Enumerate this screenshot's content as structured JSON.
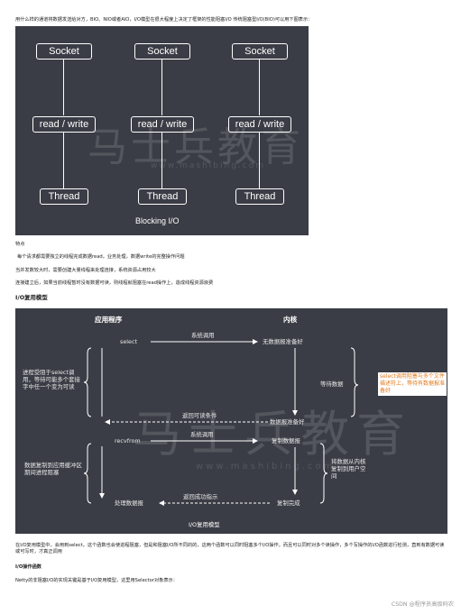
{
  "intro": "用什么样的通道将数据发送给对方，BIO、NIO或者AIO，I/O模型在很大程度上决定了框架的性能阻塞I/O 传统阻塞型I/O(BIO)可以用下图表示：",
  "bio": {
    "socket_label": "Socket",
    "rw_label": "read / write",
    "thread_label": "Thread",
    "caption": "Blocking I/O",
    "watermark": "马士兵教育",
    "watermark_url": "www.mashibing.com"
  },
  "features_label": "特点",
  "feature_1": "每个请求都需要独立的线程完成数据read，业务处理，数据write的完整操作问题",
  "feature_2": "当并发数较大时，需要创建大量线程来处理连接，系统资源占用较大",
  "feature_3": "连接建立后，如果当前线程暂时没有数据可读，则线程就阻塞在read操作上，造成线程资源浪费",
  "mux_heading": "I/O复用模型",
  "mux": {
    "col_app": "应用程序",
    "col_kernel": "内核",
    "select": "select",
    "syscall_1": "系统调用",
    "no_data": "无数据报准备好",
    "left_note_1": "进程受阻于select调用，等待可能多个套接字中任一个变为可读",
    "wait_data": "等待数据",
    "orange_note": "select调用阻塞与多个文件描述符上，等待有数据报准备好",
    "return_readable": "返回可读条件",
    "data_ready": "数据报准备好",
    "recvfrom": "recvfrom",
    "syscall_2": "系统调用",
    "copy_data": "复制数据报",
    "left_note_2": "数据复制到应用缓冲区期间进程阻塞",
    "right_note_2": "将数据从内核复制到用户空间",
    "return_success": "返回成功指示",
    "handle_data": "处理数据报",
    "copy_done": "复制完成",
    "caption": "I/O复用模型",
    "watermark": "马士兵教育",
    "watermark_url": "www.mashibing.com"
  },
  "mux_desc": "在I/O复用模型中，会用到select，这个函数也会使进程阻塞，但是和阻塞I/O所不同的的，这两个函数可以同时阻塞多个I/O操作，而且可以同时对多个读操作，多个写操作的I/O函数进行检测，直到有数据可读或可写时，才真正调用",
  "io_func_label": "I/O操作函数",
  "netty_line": "Netty的非阻塞I/O的实现关键是基于I/O复用模型，这里用Selector对象表示：",
  "footer": "CSDN @程序员高级码农"
}
